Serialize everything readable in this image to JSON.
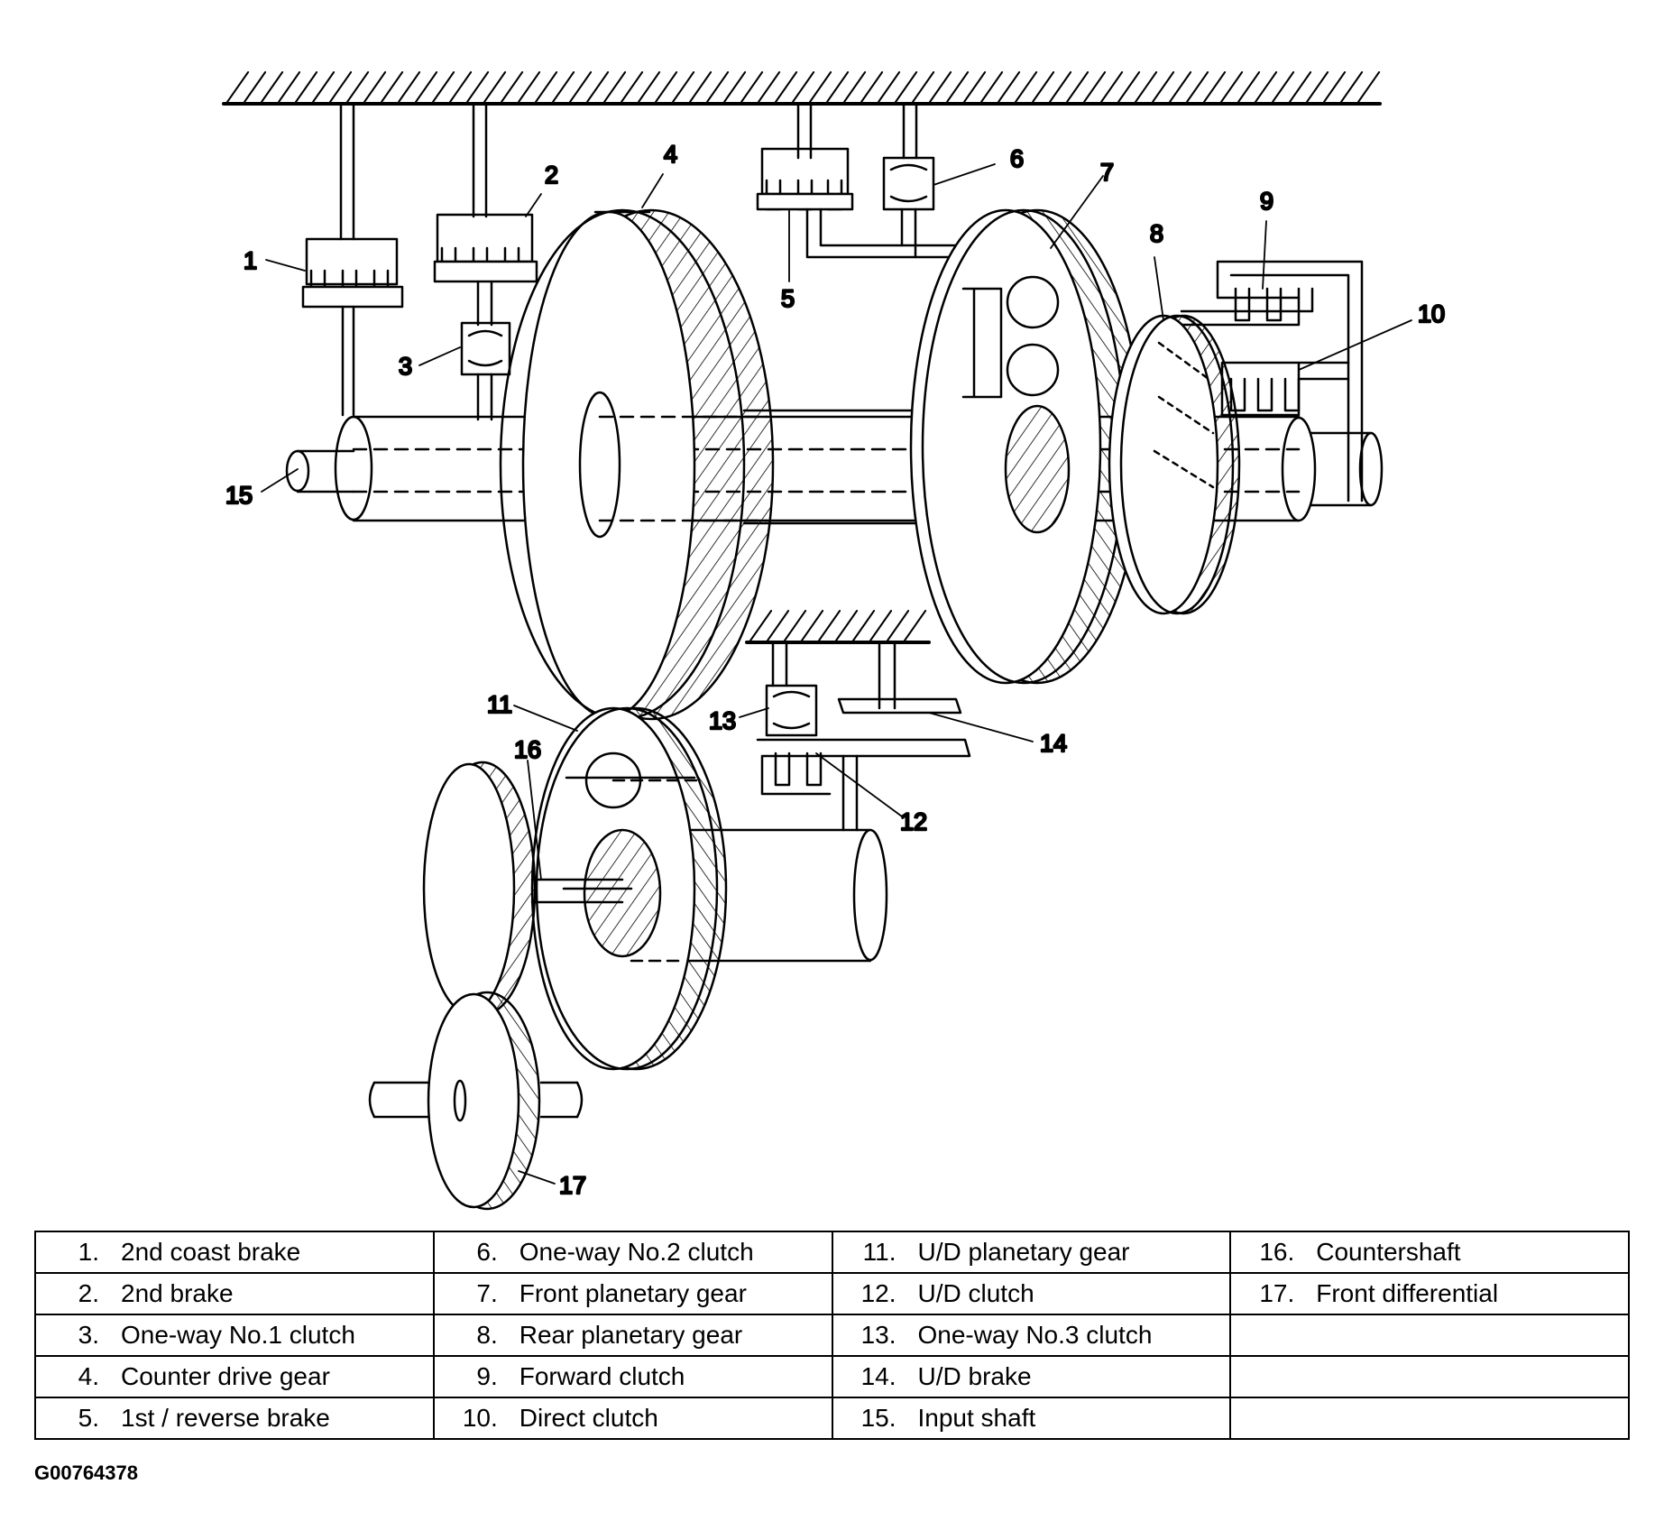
{
  "callouts": [
    "1",
    "2",
    "3",
    "4",
    "5",
    "6",
    "7",
    "8",
    "9",
    "10",
    "11",
    "12",
    "13",
    "14",
    "15",
    "16",
    "17"
  ],
  "legend": {
    "columns": [
      [
        {
          "num": "1.",
          "label": "2nd coast brake"
        },
        {
          "num": "2.",
          "label": "2nd brake"
        },
        {
          "num": "3.",
          "label": "One-way No.1 clutch"
        },
        {
          "num": "4.",
          "label": "Counter drive gear"
        },
        {
          "num": "5.",
          "label": "1st / reverse brake"
        }
      ],
      [
        {
          "num": "6.",
          "label": "One-way No.2 clutch"
        },
        {
          "num": "7.",
          "label": "Front planetary gear"
        },
        {
          "num": "8.",
          "label": "Rear planetary gear"
        },
        {
          "num": "9.",
          "label": "Forward clutch"
        },
        {
          "num": "10.",
          "label": "Direct clutch"
        }
      ],
      [
        {
          "num": "11.",
          "label": "U/D planetary gear"
        },
        {
          "num": "12.",
          "label": "U/D clutch"
        },
        {
          "num": "13.",
          "label": "One-way No.3 clutch"
        },
        {
          "num": "14.",
          "label": "U/D brake"
        },
        {
          "num": "15.",
          "label": "Input shaft"
        }
      ],
      [
        {
          "num": "16.",
          "label": "Countershaft"
        },
        {
          "num": "17.",
          "label": "Front differential"
        },
        {
          "num": "",
          "label": ""
        },
        {
          "num": "",
          "label": ""
        },
        {
          "num": "",
          "label": ""
        }
      ]
    ]
  },
  "figure_id": "G00764378"
}
